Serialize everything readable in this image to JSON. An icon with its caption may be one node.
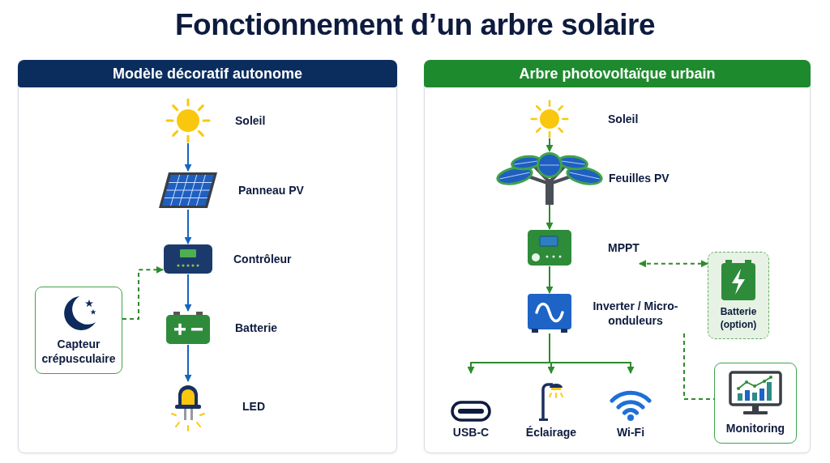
{
  "diagram": {
    "title": "Fonctionnement d’un arbre solaire",
    "nodes": [
      {
        "text": [
          "Modèle décoratif autonome"
        ]
      },
      {
        "text": [
          "Soleil"
        ],
        "in": 0
      },
      {
        "text": [
          "Panneau PV"
        ],
        "in": 0
      },
      {
        "text": [
          "Contrôleur"
        ],
        "in": 0
      },
      {
        "text": [
          "Batterie"
        ],
        "in": 0
      },
      {
        "text": [
          "LED"
        ],
        "in": 0
      },
      {
        "text": [
          "Capteur crépusculaire"
        ],
        "in": 0
      },
      {
        "text": [
          "Arbre photovoltaïque urbain"
        ]
      },
      {
        "text": [
          "Soleil"
        ],
        "in": 7
      },
      {
        "text": [
          "Feuilles PV"
        ],
        "in": 7
      },
      {
        "text": [
          "MPPT"
        ],
        "in": 7
      },
      {
        "text": [
          "Inverter / Micro-onduleurs"
        ],
        "in": 7
      },
      {
        "text": [
          "Batterie (option)"
        ],
        "in": 7
      },
      {
        "text": [
          "USB-C"
        ],
        "in": 7
      },
      {
        "text": [
          "Éclairage"
        ],
        "in": 7
      },
      {
        "text": [
          "Wi-Fi"
        ],
        "in": 7
      },
      {
        "text": [
          "Monitoring"
        ],
        "in": 7
      }
    ],
    "edges": [
      {
        "from": 1,
        "to": 2,
        "arrow": "to",
        "color": "#1565c0"
      },
      {
        "from": 2,
        "to": 3,
        "arrow": "to",
        "color": "#1565c0"
      },
      {
        "from": 3,
        "to": 4,
        "arrow": "to",
        "color": "#1565c0"
      },
      {
        "from": 4,
        "to": 5,
        "arrow": "to",
        "color": "#1565c0"
      },
      {
        "from": 6,
        "to": 3,
        "arrow": "to",
        "style": "dashed"
      },
      {
        "from": 8,
        "to": 9,
        "arrow": "to"
      },
      {
        "from": 9,
        "to": 10,
        "arrow": "to"
      },
      {
        "from": 10,
        "to": 11,
        "arrow": "to"
      },
      {
        "from": 10,
        "to": 12,
        "arrow": "both",
        "style": "dashed"
      },
      {
        "from": 11,
        "to": 13,
        "arrow": "to"
      },
      {
        "from": 11,
        "to": 14,
        "arrow": "to"
      },
      {
        "from": 11,
        "to": 15,
        "arrow": "to"
      },
      {
        "from": 11,
        "to": 16,
        "arrow": "none",
        "style": "dashed"
      }
    ]
  }
}
